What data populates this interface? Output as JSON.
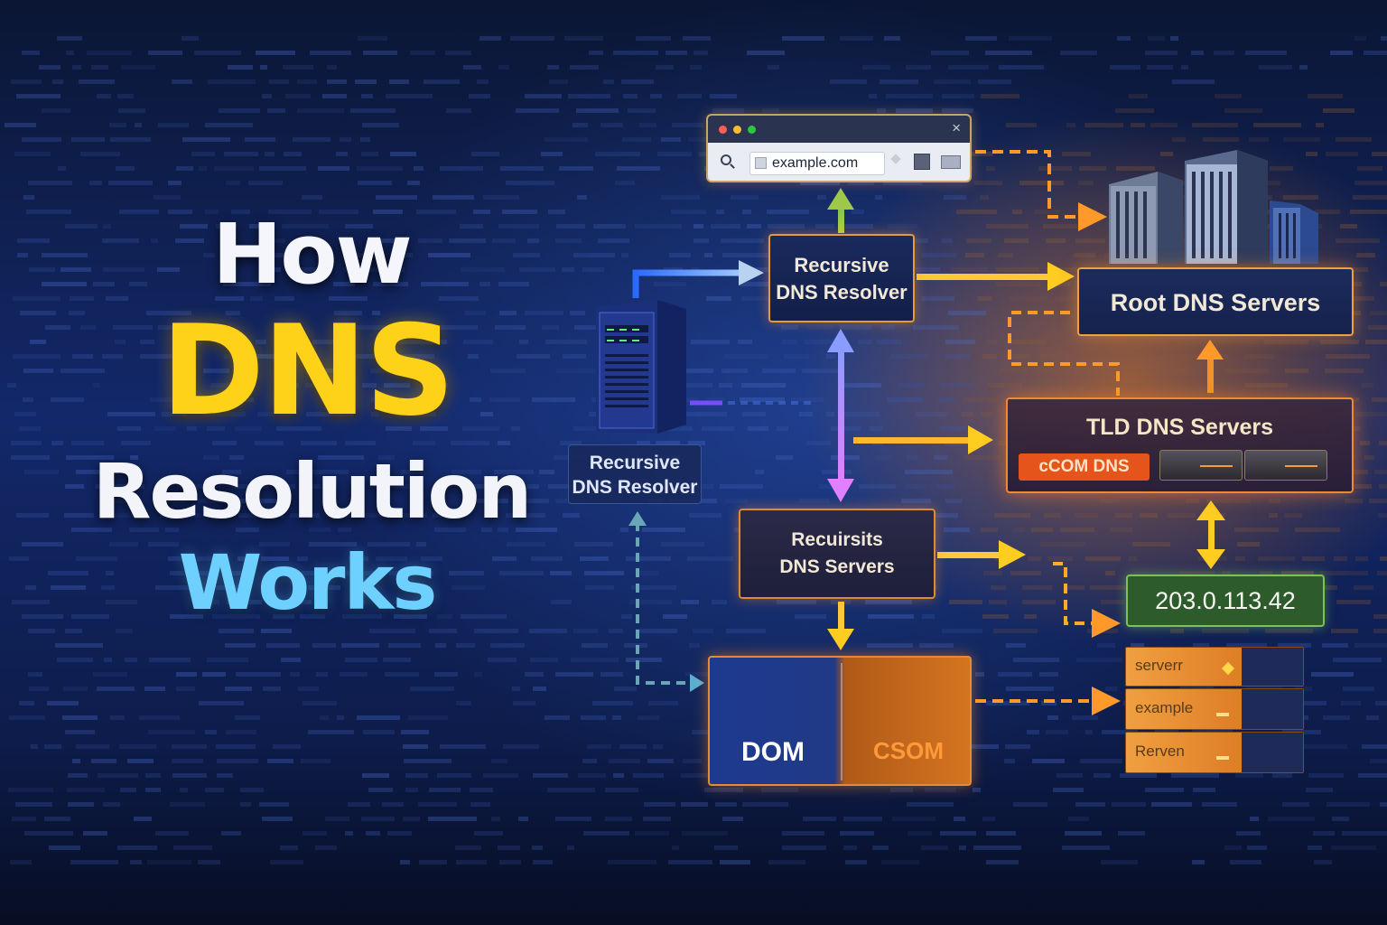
{
  "title": {
    "line1": "How",
    "line2": "DNS",
    "line3": "Resolution",
    "line4": "Works"
  },
  "browser": {
    "url": "example.com",
    "close_label": "×"
  },
  "nodes": {
    "recursive_resolver_top": [
      "Recursive",
      "DNS Resolver"
    ],
    "recursive_resolver_left": [
      "Recursive",
      "DNS Resolver"
    ],
    "root_servers": "Root DNS Servers",
    "tld_servers": "TLD DNS Servers",
    "com_dns": "cCOM DNS",
    "recursive_servers": [
      "Recuirsits",
      "DNS Servers"
    ],
    "ip_address": "203.0.113.42",
    "dom_label": "DOM",
    "csom_label": "CSOM"
  },
  "server_stack": [
    "serverr",
    "example",
    "Rerven"
  ],
  "colors": {
    "title_yellow": "#ffd21a",
    "title_cyan": "#6ed0ff",
    "accent_orange": "#f0a040",
    "arrow_yellow": "#ffcc22",
    "arrow_blue": "#3a78ff",
    "arrow_purple": "#b98cff",
    "ip_green": "#2d5b2c"
  },
  "icons": [
    "server-tower-icon",
    "root-server-rack-icon",
    "browser-search-icon",
    "bookmark-icon",
    "mail-icon",
    "dom-tree-icon",
    "csom-network-icon"
  ]
}
